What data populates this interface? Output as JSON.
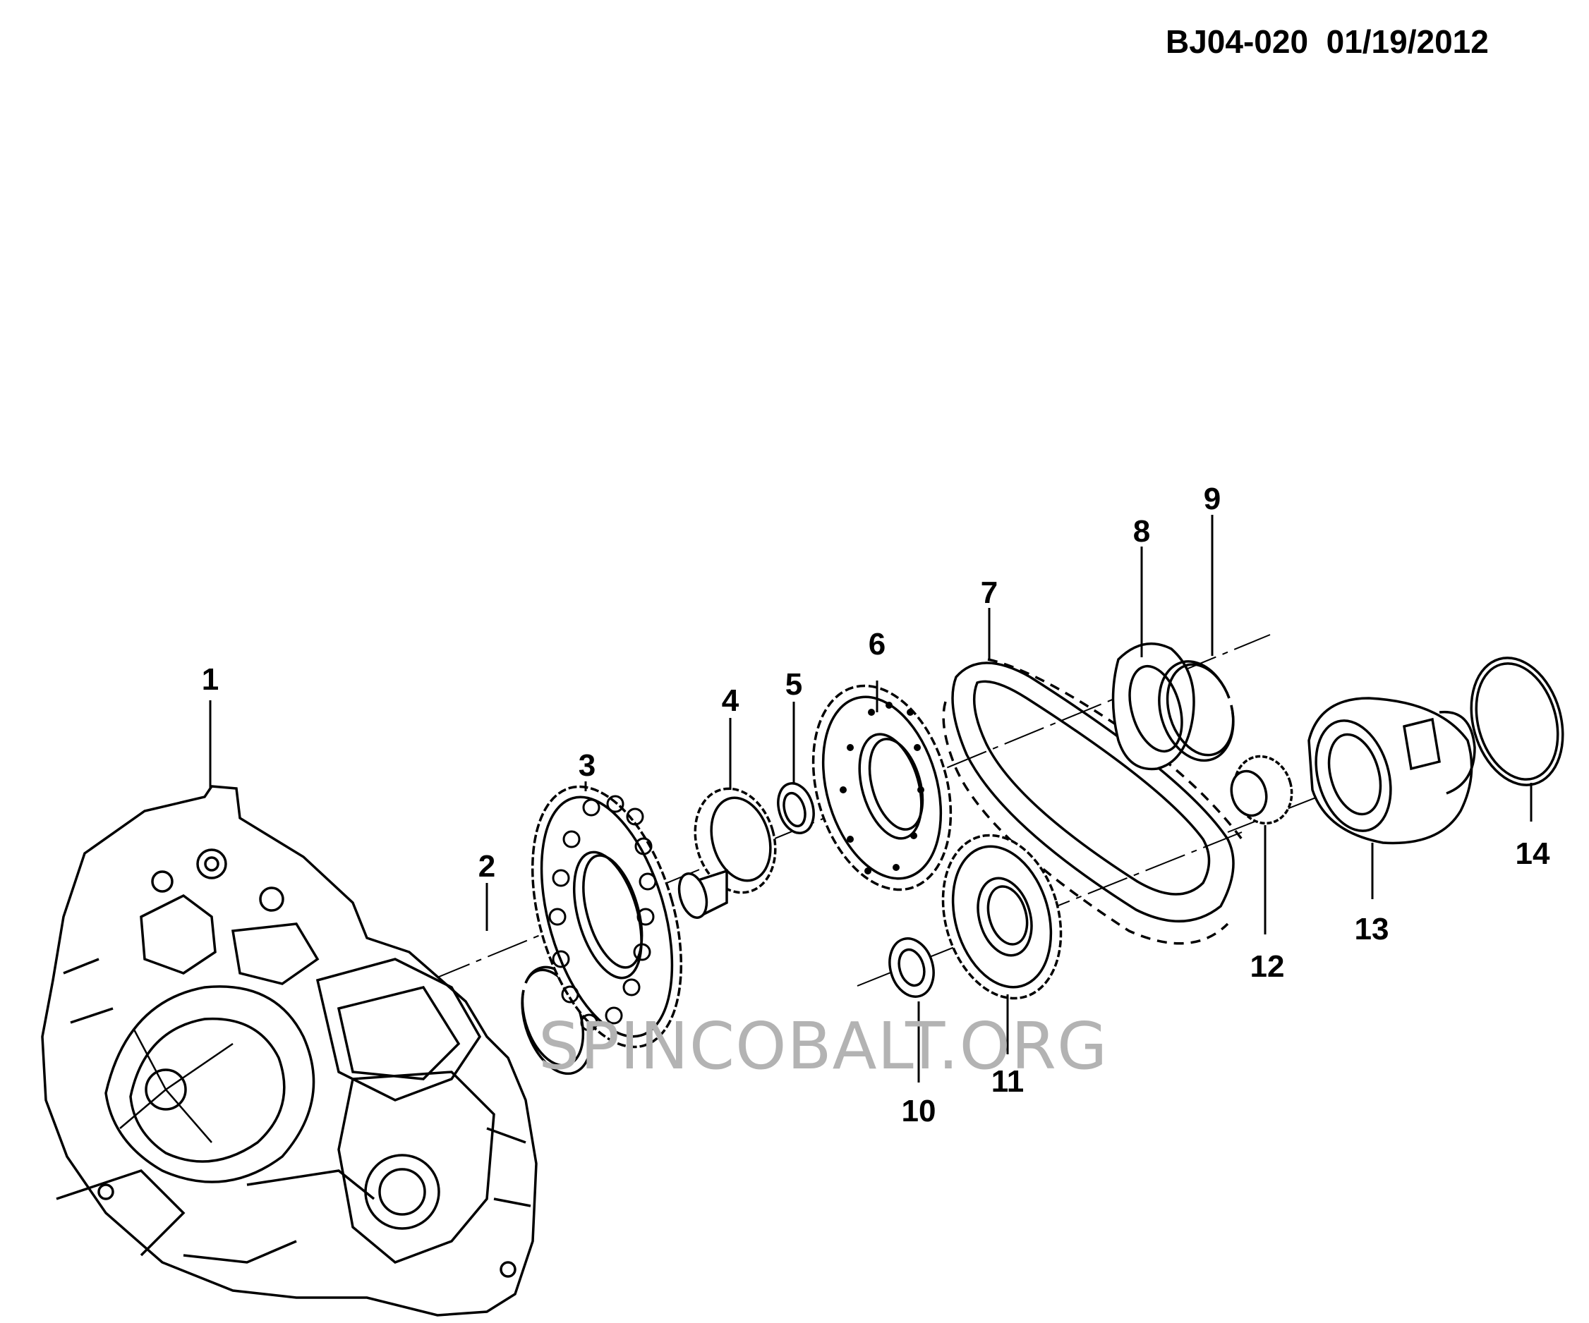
{
  "header": {
    "code": "BJ04-020",
    "date": "01/19/2012"
  },
  "watermark": "SPINCOBALT.ORG",
  "callouts": [
    "1",
    "2",
    "3",
    "4",
    "5",
    "6",
    "7",
    "8",
    "9",
    "10",
    "11",
    "12",
    "13",
    "14"
  ]
}
